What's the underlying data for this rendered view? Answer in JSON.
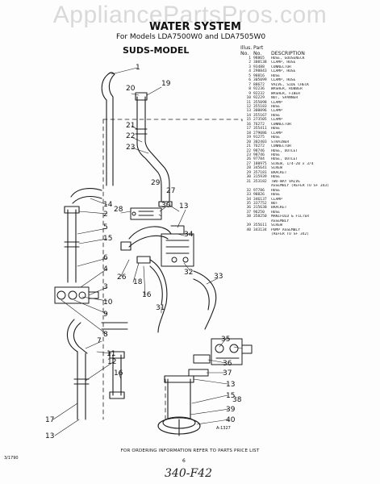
{
  "watermark": "AppliancePartsPros.com",
  "title": "WATER SYSTEM",
  "subtitle": "For Models LDA7500W0 and LDA7505W0",
  "section_heading": "SUDS-MODEL",
  "table_header": {
    "illus_label": "Illus.",
    "no_label": "No.",
    "part_label": "Part",
    "part_no_label": "No.",
    "description_label": "DESCRIPTION"
  },
  "parts": [
    {
      "no": "1",
      "part": "98865",
      "desc": "HOSE, GOOSENECK"
    },
    {
      "no": "2",
      "part": "308138",
      "desc": "CLAMP, HOSE"
    },
    {
      "no": "3",
      "part": "93488",
      "desc": "CONNECTOR"
    },
    {
      "no": "4",
      "part": "298843",
      "desc": "CLAMP, HOSE"
    },
    {
      "no": "5",
      "part": "98816",
      "desc": "HOSE"
    },
    {
      "no": "6",
      "part": "305099",
      "desc": "CLAMP, HOSE"
    },
    {
      "no": "7",
      "part": "88672",
      "desc": "VALVE, SIDE CHECK"
    },
    {
      "no": "8",
      "part": "92236",
      "desc": "WASHER, RUBBER"
    },
    {
      "no": "9",
      "part": "92232",
      "desc": "WASHER, FIBER"
    },
    {
      "no": "10",
      "part": "92229",
      "desc": "NUT, SPANNER"
    },
    {
      "no": "11",
      "part": "355098",
      "desc": "CLAMP"
    },
    {
      "no": "12",
      "part": "355183",
      "desc": "HOSE"
    },
    {
      "no": "13",
      "part": "300096",
      "desc": "CLAMP"
    },
    {
      "no": "14",
      "part": "355167",
      "desc": "HOSE"
    },
    {
      "no": "15",
      "part": "273505",
      "desc": "CLAMP"
    },
    {
      "no": "16",
      "part": "76272",
      "desc": "CONNECTOR"
    },
    {
      "no": "17",
      "part": "355411",
      "desc": "HOSE"
    },
    {
      "no": "18",
      "part": "279086",
      "desc": "CLAMP"
    },
    {
      "no": "19",
      "part": "91275",
      "desc": "HOSE"
    },
    {
      "no": "20",
      "part": "302403",
      "desc": "STRAINER"
    },
    {
      "no": "21",
      "part": "76272",
      "desc": "CONNECTOR"
    },
    {
      "no": "22",
      "part": "98746",
      "desc": "HOSE, OUTLET"
    },
    {
      "no": "23",
      "part": "98746",
      "desc": "HOSE"
    },
    {
      "no": "26",
      "part": "97784",
      "desc": "HOSE, OUTLET"
    },
    {
      "no": "27",
      "part": "180975",
      "desc": "SCREW, 1/4-20 x 3/4"
    },
    {
      "no": "28",
      "part": "345641",
      "desc": "SCREW"
    },
    {
      "no": "29",
      "part": "357181",
      "desc": "BRACKET"
    },
    {
      "no": "30",
      "part": "315939",
      "desc": "HOSE"
    },
    {
      "no": "31",
      "part": "353182",
      "desc": "TWO-WAY VALVE"
    },
    {
      "no": "",
      "part": "",
      "desc": "ASSEMBLY (REFER TO SF 343)"
    },
    {
      "no": "32",
      "part": "97786",
      "desc": "HOSE"
    },
    {
      "no": "33",
      "part": "98826",
      "desc": "HOSE"
    },
    {
      "no": "34",
      "part": "346137",
      "desc": "CLAMP"
    },
    {
      "no": "35",
      "part": "337752",
      "desc": "NUT"
    },
    {
      "no": "36",
      "part": "315630",
      "desc": "BRACKET"
    },
    {
      "no": "37",
      "part": "96250",
      "desc": "HOSE"
    },
    {
      "no": "38",
      "part": "358250",
      "desc": "MANIFOLD & FILTER"
    },
    {
      "no": "",
      "part": "",
      "desc": "ASSEMBLY"
    },
    {
      "no": "39",
      "part": "355611",
      "desc": "SCREW"
    },
    {
      "no": "40",
      "part": "343134",
      "desc": "PUMP ASSEMBLY"
    },
    {
      "no": "",
      "part": "",
      "desc": "(REFER TO SF 342)"
    }
  ],
  "callouts": [
    "1",
    "20",
    "19",
    "21",
    "22",
    "23",
    "29",
    "27",
    "28",
    "30",
    "13",
    "34",
    "14",
    "2",
    "5",
    "15",
    "6",
    "4",
    "3",
    "10",
    "9",
    "8",
    "7",
    "11",
    "12",
    "16",
    "17",
    "13",
    "26",
    "18",
    "16",
    "31",
    "32",
    "33",
    "35",
    "36",
    "37",
    "13",
    "15",
    "39",
    "40",
    "38"
  ],
  "figure_ref": "A-1327",
  "footer_text": "FOR ORDERING INFORMATION REFER TO PARTS PRICE LIST",
  "page_number": "6",
  "doc_code": "3/1790",
  "handwritten_note": "340-F42"
}
